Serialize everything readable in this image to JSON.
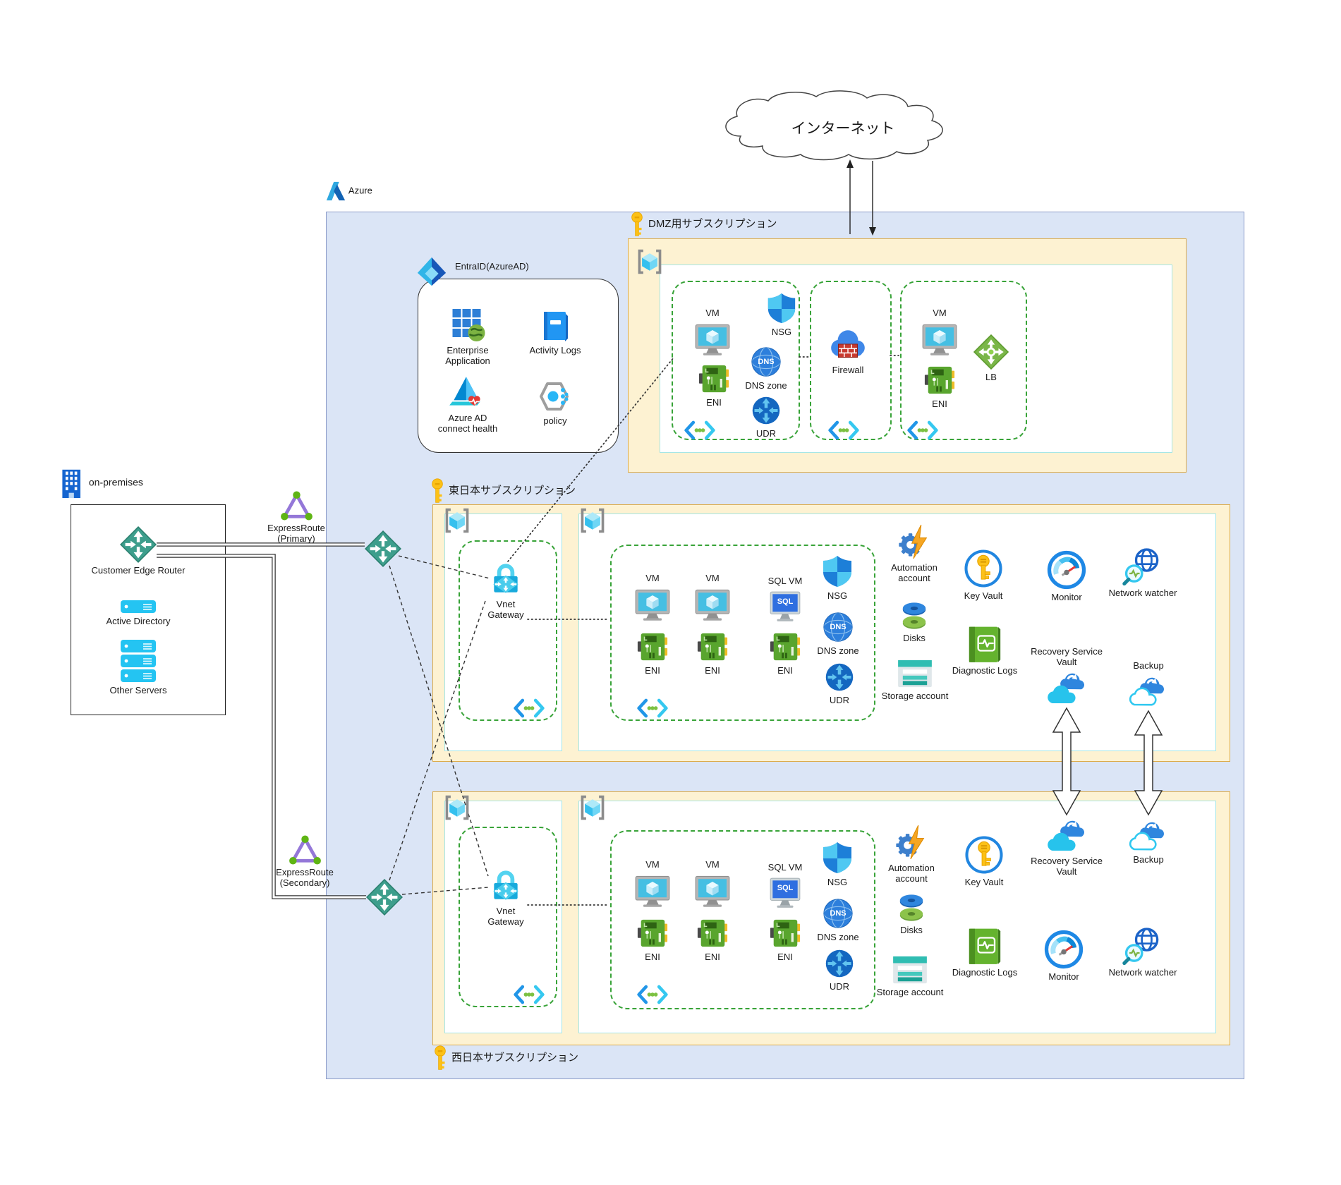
{
  "labels": {
    "azure": "Azure",
    "internet": "インターネット",
    "onprem": "on-premises",
    "dmz_sub": "DMZ用サブスクリプション",
    "east_sub": "東日本サブスクリプション",
    "west_sub": "西日本サブスクリプション",
    "entra_title": "EntraID(AzureAD)"
  },
  "nodes": {
    "vm": "VM",
    "sql_vm": "SQL VM",
    "nsg": "NSG",
    "dns_zone": "DNS zone",
    "udr": "UDR",
    "eni": "ENI",
    "firewall": "Firewall",
    "lb": "LB",
    "vnet_gateway": "Vnet\nGateway",
    "automation": "Automation\naccount",
    "disks": "Disks",
    "storage": "Storage account",
    "key_vault": "Key Vault",
    "diagnostic_logs": "Diagnostic Logs",
    "monitor": "Monitor",
    "network_watcher": "Network watcher",
    "recovery_vault": "Recovery Service\nVault",
    "backup": "Backup",
    "enterprise_app": "Enterprise\nApplication",
    "activity_logs": "Activity Logs",
    "ad_health": "Azure AD\nconnect health",
    "policy": "policy",
    "customer_edge_router": "Customer Edge Router",
    "active_directory": "Active Directory",
    "other_servers": "Other Servers",
    "er_primary": "ExpressRoute\n(Primary)",
    "er_secondary": "ExpressRoute\n(Secondary)"
  },
  "glyphs": {
    "dns": "DNS",
    "sql": "SQL"
  },
  "colors": {
    "azure_fill": "#dbe5f6",
    "azure_border": "#8c9cc9",
    "subscription_fill": "#fdf2d2",
    "subscription_border": "#dcab4a",
    "vnet_box_border": "#a5e6e6",
    "subnet_dashed": "#38a338",
    "key_yellow": "#fcc117",
    "connector": "#222222"
  }
}
